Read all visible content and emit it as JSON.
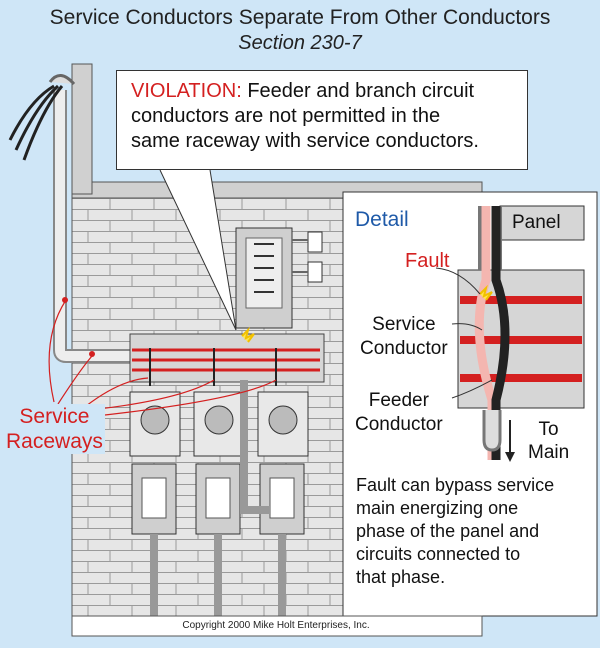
{
  "title": "Service Conductors Separate From Other Conductors",
  "subtitle": "Section 230-7",
  "violation": {
    "prefix": "VIOLATION:",
    "text_line1": " Feeder and branch circuit",
    "text_line2": "conductors are not permitted in the",
    "text_line3": "same raceway with service conductors."
  },
  "labels": {
    "service_raceways_1": "Service",
    "service_raceways_2": "Raceways"
  },
  "detail": {
    "title": "Detail",
    "panel": "Panel",
    "fault": "Fault",
    "service_1": "Service",
    "service_2": "Conductor",
    "feeder_1": "Feeder",
    "feeder_2": "Conductor",
    "to_1": "To",
    "to_2": "Main",
    "desc_1": "Fault can bypass service",
    "desc_2": "main energizing one",
    "desc_3": "phase of the panel and",
    "desc_4": "circuits connected to",
    "desc_5": "that phase."
  },
  "copyright": "Copyright 2000  Mike Holt Enterprises, Inc.",
  "colors": {
    "background": "#cfe6f7",
    "violation_red": "#d42020",
    "detail_blue": "#1f5aa8",
    "wall": "#d9d9d9"
  }
}
